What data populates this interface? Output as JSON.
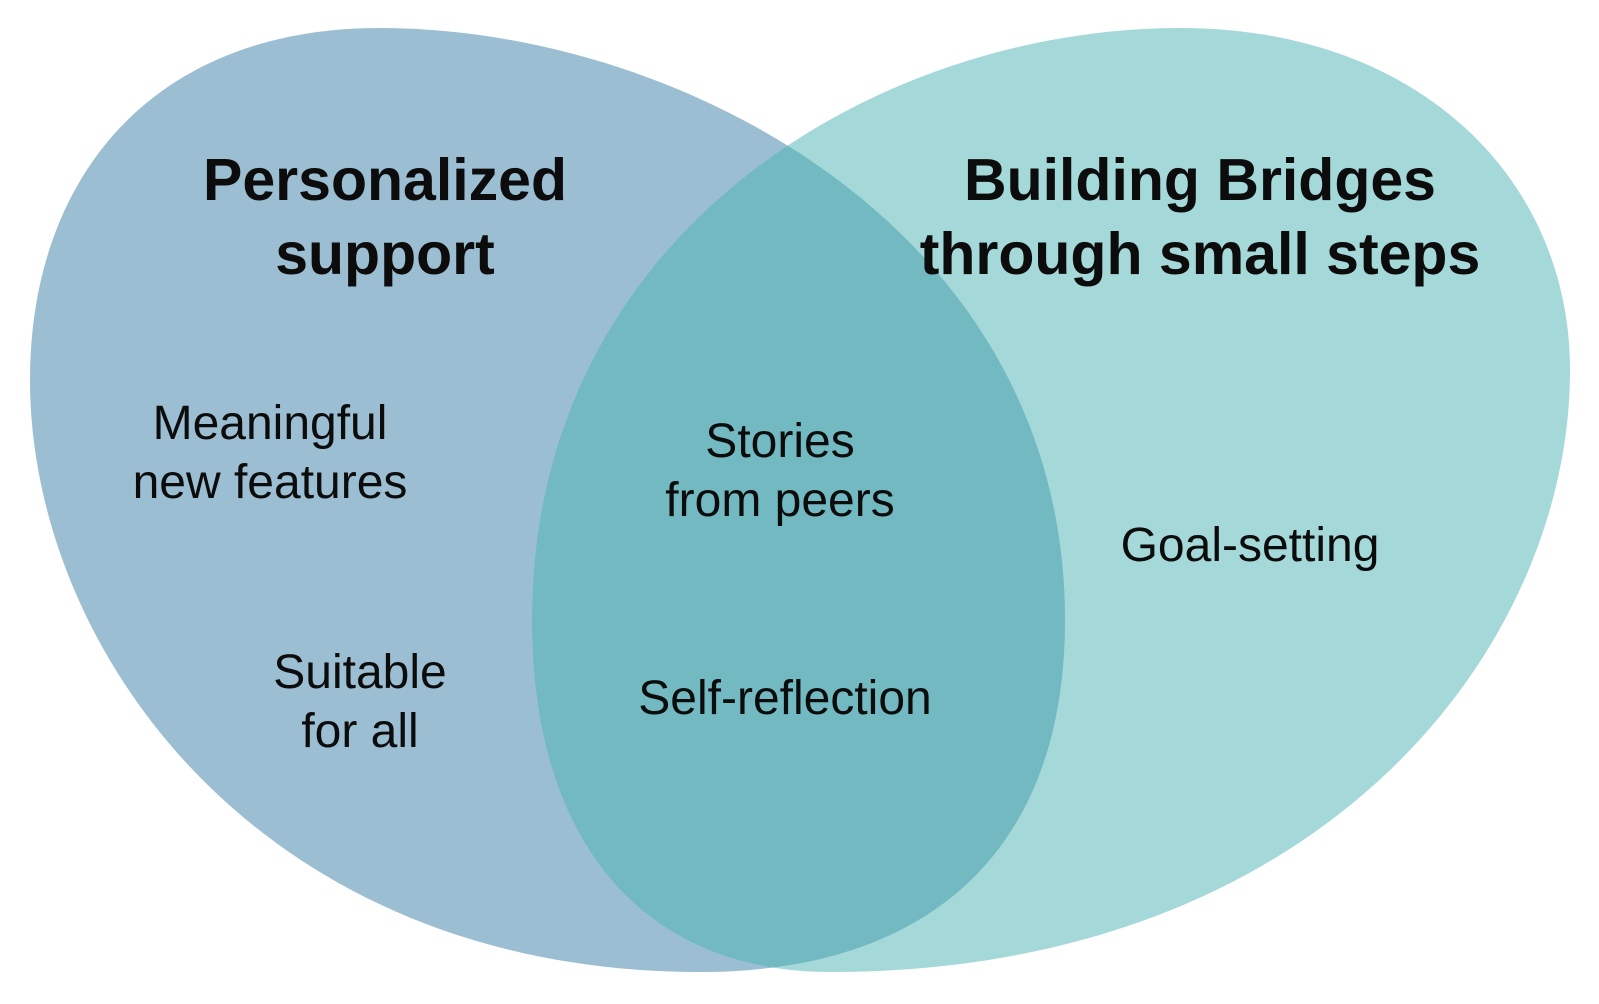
{
  "colors": {
    "left_set": "#9cbed2",
    "right_set": "#a5d9d9",
    "overlap": "#72b9c1",
    "text": "#0c0c0c"
  },
  "left": {
    "title_line1": "Personalized",
    "title_line2": "support",
    "items": [
      {
        "line1": "Meaningful",
        "line2": "new features"
      },
      {
        "line1": "Suitable",
        "line2": "for all"
      }
    ]
  },
  "right": {
    "title_line1": "Building Bridges",
    "title_line2": "through small steps",
    "items": [
      {
        "line1": "Goal-setting"
      }
    ]
  },
  "overlap": {
    "items": [
      {
        "line1": "Stories",
        "line2": "from peers"
      },
      {
        "line1": "Self-reflection"
      }
    ]
  }
}
